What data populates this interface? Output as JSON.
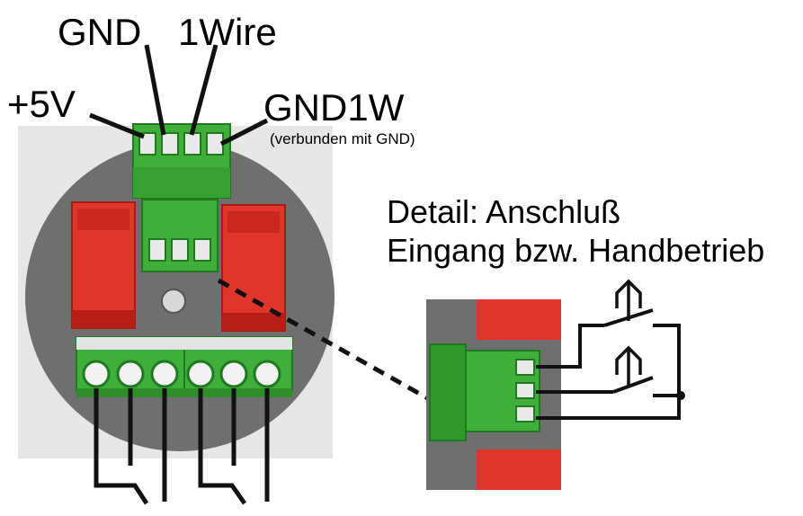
{
  "labels": {
    "gnd": "GND",
    "one_wire": "1Wire",
    "plus5v": "+5V",
    "gnd1w": "GND1W",
    "gnd1w_note": "(verbunden mit GND)",
    "detail_line1": "Detail: Anschluß",
    "detail_line2": "Eingang bzw. Handbetrieb"
  },
  "colors": {
    "pcb": "#6f6f6f",
    "backdrop": "#e6e6e6",
    "relay": "#e0352b",
    "relay_dark": "#b51f18",
    "terminal": "#3fae3a",
    "terminal_dark": "#1f7a1f",
    "wire": "#111111"
  }
}
